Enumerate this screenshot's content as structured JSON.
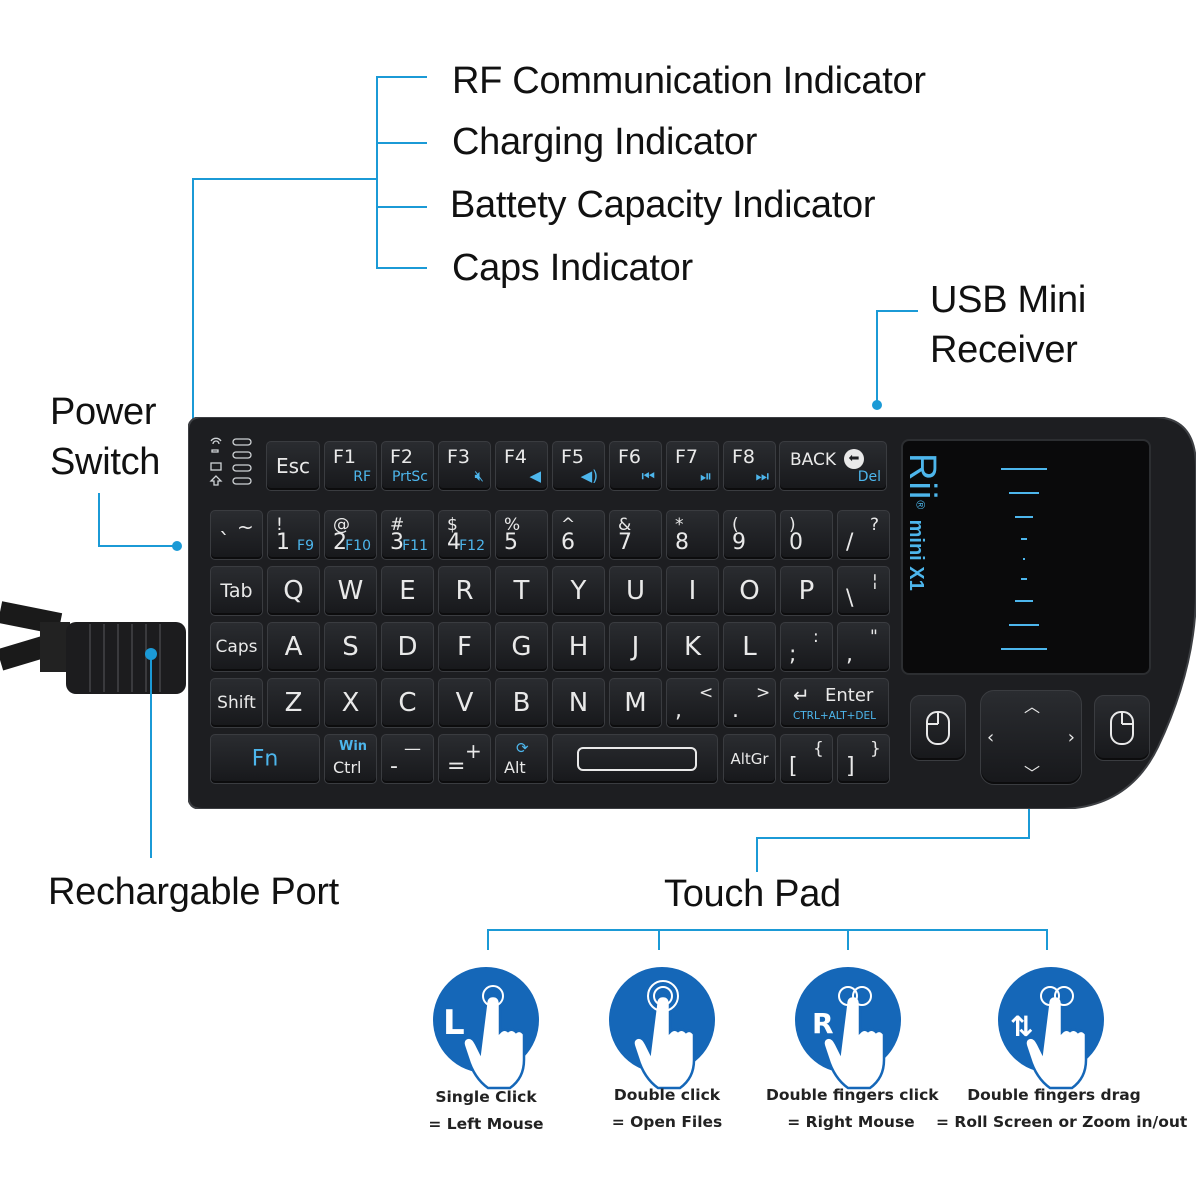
{
  "labels": {
    "rf_indicator": "RF Communication Indicator",
    "charging_indicator": "Charging Indicator",
    "battery_indicator": "Battety Capacity Indicator",
    "caps_indicator": "Caps Indicator",
    "usb_receiver_line1": "USB Mini",
    "usb_receiver_line2": "Receiver",
    "power_switch_line1": "Power",
    "power_switch_line2": "Switch",
    "rechargable_port": "Rechargable Port",
    "touch_pad": "Touch Pad"
  },
  "brand": {
    "logo": "Rii",
    "model": "mini X1",
    "registered": "®"
  },
  "keys": {
    "esc": "Esc",
    "f1": "F1",
    "f1_sub": "RF",
    "f2": "F2",
    "f2_sub": "PrtSc",
    "f3": "F3",
    "f4": "F4",
    "f5": "F5",
    "f6": "F6",
    "f7": "F7",
    "f8": "F8",
    "back": "BACK",
    "del": "Del",
    "tilde_top": "~",
    "tilde_bot": "`",
    "k1_top": "!",
    "k1": "1",
    "k1_f": "F9",
    "k2_top": "@",
    "k2": "2",
    "k2_f": "F10",
    "k3_top": "#",
    "k3": "3",
    "k3_f": "F11",
    "k4_top": "$",
    "k4": "4",
    "k4_f": "F12",
    "k5_top": "%",
    "k5": "5",
    "k6_top": "^",
    "k6": "6",
    "k7_top": "&",
    "k7": "7",
    "k8_top": "*",
    "k8": "8",
    "k9_top": "(",
    "k9": "9",
    "k0_top": ")",
    "k0": "0",
    "slash_top": "?",
    "slash": "/",
    "tab": "Tab",
    "caps": "Caps",
    "shift": "Shift",
    "fn": "Fn",
    "win": "Win",
    "ctrl": "Ctrl",
    "minus_top": "—",
    "minus": "-",
    "plus_top": "+",
    "equals": "=",
    "alt": "Alt",
    "altgr": "AltGr",
    "brace_open": "{",
    "bracket_open": "[",
    "brace_close": "}",
    "bracket_close": "]",
    "row_q": [
      "Q",
      "W",
      "E",
      "R",
      "T",
      "Y",
      "U",
      "I",
      "O",
      "P"
    ],
    "backslash_top": "¦",
    "backslash": "\\",
    "row_a": [
      "A",
      "S",
      "D",
      "F",
      "G",
      "H",
      "J",
      "K",
      "L"
    ],
    "semicolon_top": ":",
    "semicolon": ";",
    "quote_top": "\"",
    "quote": ",",
    "row_z": [
      "Z",
      "X",
      "C",
      "V",
      "B",
      "N",
      "M"
    ],
    "comma_top": "<",
    "comma": ",",
    "period_top": ">",
    "period": ".",
    "enter": "Enter",
    "enter_sub": "CTRL+ALT+DEL"
  },
  "gestures": [
    {
      "letter": "L",
      "line1": "Single Click",
      "line2": "= Left  Mouse"
    },
    {
      "letter": "",
      "line1": "Double click",
      "line2": "= Open Files"
    },
    {
      "letter": "R",
      "line1": "Double fingers click",
      "line2": "= Right Mouse"
    },
    {
      "letter": "⇅",
      "line1": "Double fingers drag",
      "line2": "= Roll Screen or Zoom in/out"
    }
  ],
  "colors": {
    "accent": "#1b9ad6",
    "keyboard": "#1d1e21",
    "key_legend_blue": "#4db6ec",
    "gesture_circle": "#1567b8"
  }
}
